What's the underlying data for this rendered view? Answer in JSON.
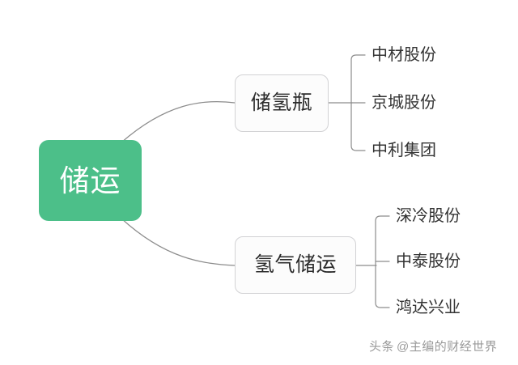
{
  "diagram": {
    "type": "mind-map",
    "background_color": "#ffffff",
    "root": {
      "label": "储运",
      "fill_color": "#4cbf89",
      "text_color": "#ffffff"
    },
    "branches": [
      {
        "label": "储氢瓶",
        "fill_color": "#fcfcfc",
        "border_color": "#d2d2d4",
        "leaves": [
          {
            "label": "中材股份"
          },
          {
            "label": "京城股份"
          },
          {
            "label": "中利集团"
          }
        ]
      },
      {
        "label": "氢气储运",
        "fill_color": "#fcfcfc",
        "border_color": "#d2d2d4",
        "leaves": [
          {
            "label": "深冷股份"
          },
          {
            "label": "中泰股份"
          },
          {
            "label": "鸿达兴业"
          }
        ]
      }
    ],
    "connector_color": "#8c8c8c"
  },
  "watermark": {
    "brand": "头条",
    "handle": "@主编的财经世界"
  }
}
